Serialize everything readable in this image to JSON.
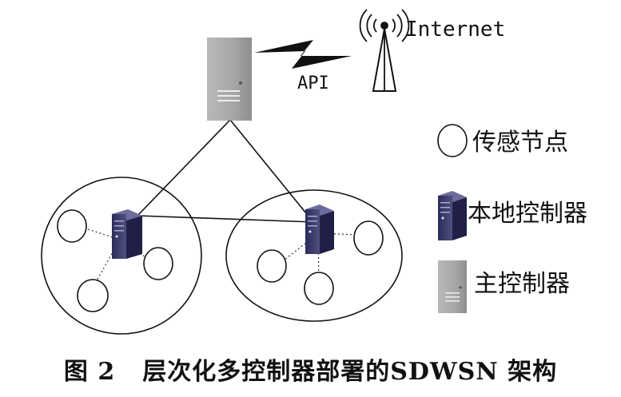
{
  "labels": {
    "internet": "Internet",
    "api": "API"
  },
  "legend": {
    "sensor_node": "传感节点",
    "local_controller": "本地控制器",
    "main_controller": "主控制器"
  },
  "caption": {
    "number": "图 2",
    "title": "层次化多控制器部署的SDWSN 架构"
  }
}
